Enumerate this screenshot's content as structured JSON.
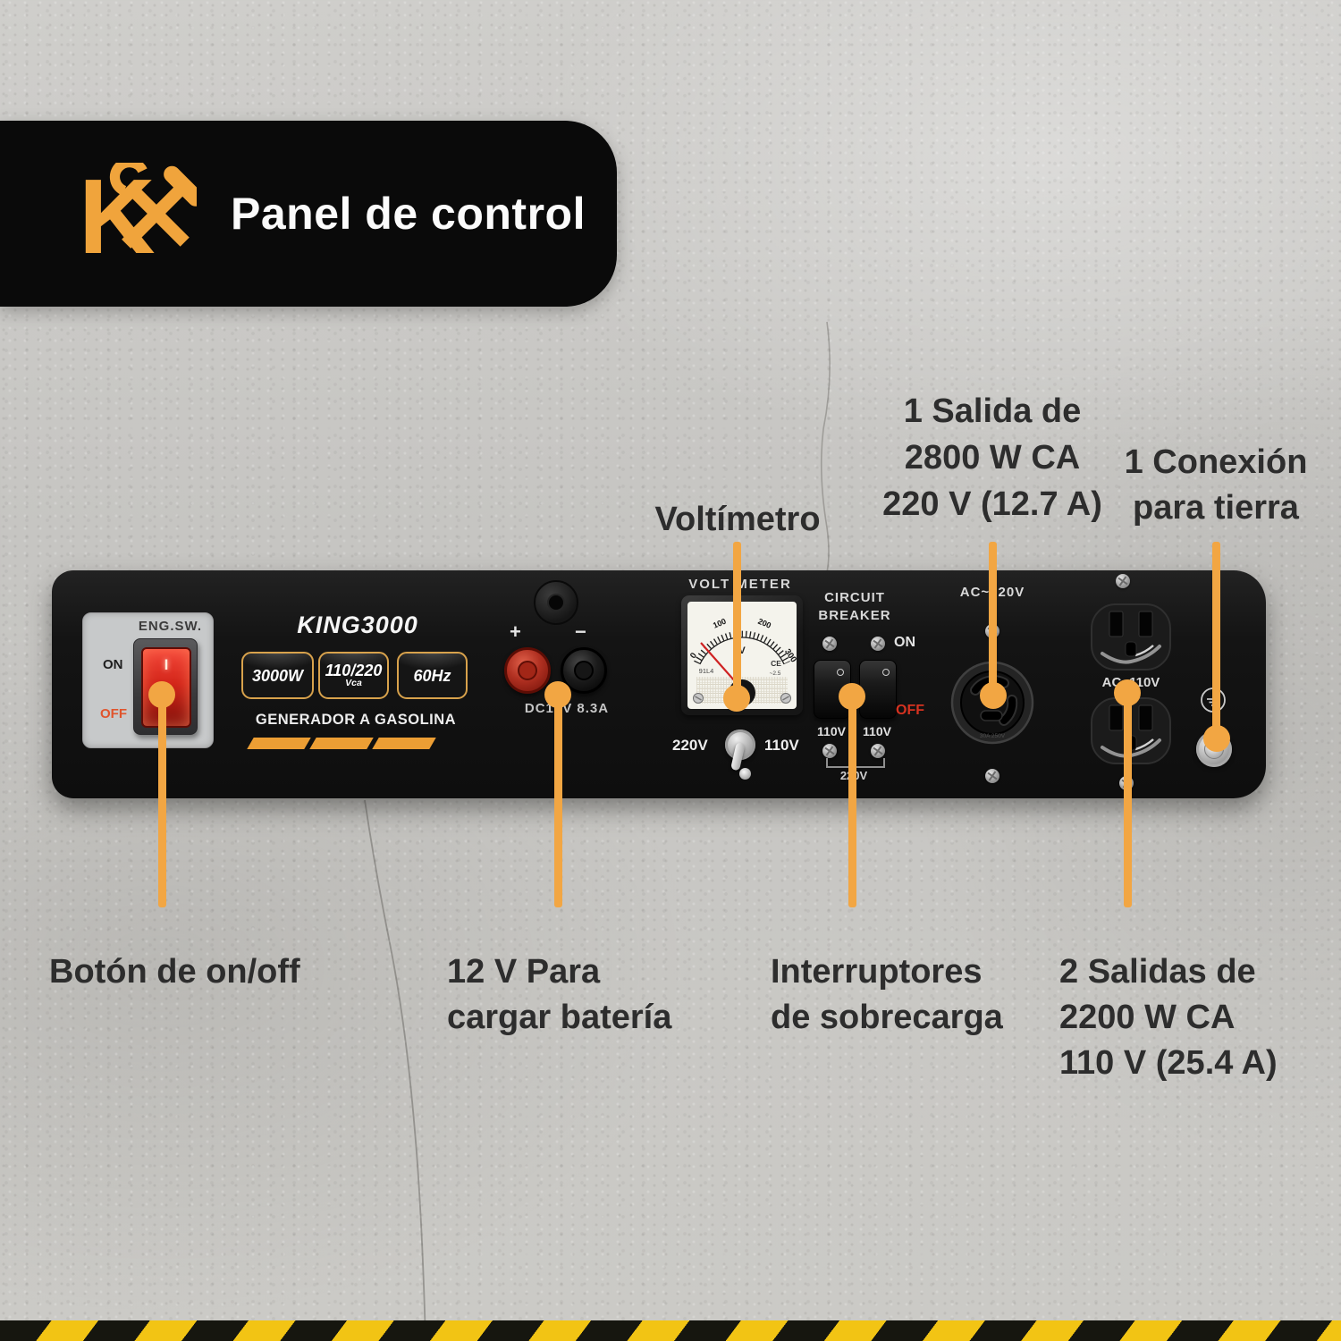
{
  "accent_color": "#F2A643",
  "header": {
    "title": "Panel de control"
  },
  "panel": {
    "model": "KING3000",
    "eng": {
      "label": "ENG.SW.",
      "on": "ON",
      "off": "OFF",
      "mark": "I"
    },
    "badges": [
      {
        "main": "3000W",
        "sub": ""
      },
      {
        "main": "110/220",
        "sub": "Vca"
      },
      {
        "main": "60Hz",
        "sub": ""
      }
    ],
    "tagline": "GENERADOR A GASOLINA",
    "dc": {
      "plus": "+",
      "minus": "−",
      "label": "DC12V 8.3A"
    },
    "voltmeter": {
      "title": "VOLT METER",
      "scale": [
        "0",
        "100",
        "200",
        "300"
      ],
      "unit": "V",
      "model": "91L4",
      "ce": "CE",
      "klass": "~2.5"
    },
    "selector": {
      "left": "220V",
      "right": "110V"
    },
    "breaker": {
      "line1": "CIRCUIT",
      "line2": "BREAKER",
      "on": "ON",
      "off": "OFF",
      "left_v": "110V",
      "right_v": "110V",
      "combined": "220V"
    },
    "ac220": {
      "label": "AC~220V",
      "rating": "30A 250V"
    },
    "ac110": {
      "label": "AC~110V"
    }
  },
  "callouts": {
    "voltimetro": {
      "text": "Voltímetro"
    },
    "salida220": {
      "lines": [
        "1 Salida de",
        "2800 W CA",
        "220 V (12.7 A)"
      ]
    },
    "tierra": {
      "lines": [
        "1 Conexión",
        "para tierra"
      ]
    },
    "boton": {
      "text": "Botón de on/off"
    },
    "bateria": {
      "lines": [
        "12 V Para",
        "cargar batería"
      ]
    },
    "interruptores": {
      "lines": [
        "Interruptores",
        "de sobrecarga"
      ]
    },
    "salidas110": {
      "lines": [
        "2 Salidas de",
        "2200 W CA",
        "110 V (25.4 A)"
      ]
    }
  }
}
